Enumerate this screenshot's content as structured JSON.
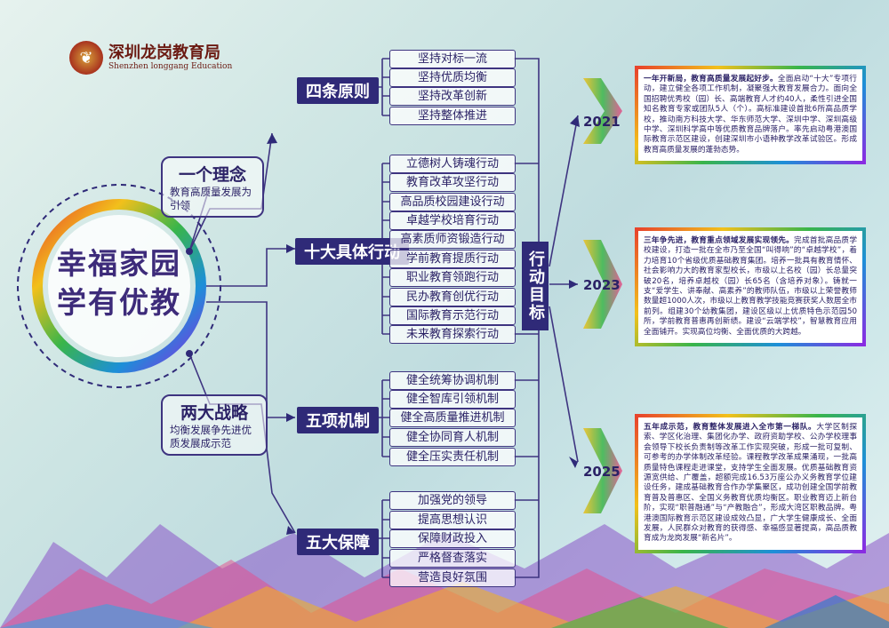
{
  "logo": {
    "name_cn": "深圳龙岗教育局",
    "name_en": "Shenzhen longgang Education",
    "emblem_icon": "school-emblem-icon"
  },
  "center": {
    "line1": "幸福家园",
    "line2": "学有优教"
  },
  "concept": {
    "title": "一个理念",
    "sub": "教育高质量发展为引领"
  },
  "strategy": {
    "title": "两大战略",
    "sub": "均衡发展争先进优质发展成示范"
  },
  "categories": [
    {
      "label": "四条原则",
      "items": [
        "坚持对标一流",
        "坚持优质均衡",
        "坚持改革创新",
        "坚持整体推进"
      ]
    },
    {
      "label": "十大具体行动",
      "items": [
        "立德树人铸魂行动",
        "教育改革攻坚行动",
        "高品质校园建设行动",
        "卓越学校培育行动",
        "高素质师资锻造行动",
        "学前教育提质行动",
        "职业教育领跑行动",
        "民办教育创优行动",
        "国际教育示范行动",
        "未来教育探索行动"
      ]
    },
    {
      "label": "五项机制",
      "items": [
        "健全统筹协调机制",
        "健全智库引领机制",
        "健全高质量推进机制",
        "健全协同育人机制",
        "健全压实责任机制"
      ]
    },
    {
      "label": "五大保障",
      "items": [
        "加强党的领导",
        "提高思想认识",
        "保障财政投入",
        "严格督查落实",
        "营造良好氛围"
      ]
    }
  ],
  "goal": {
    "label": "行动目标"
  },
  "years": [
    {
      "year": "2021",
      "lead": "一年开新局，教育高质量发展起好步。",
      "text": "全面启动“十大”专项行动，建立健全各项工作机制，凝聚强大教育发展合力。面向全国招聘优秀校（园）长、高端教育人才约40人，柔性引进全国知名教育专家或团队5人（个）。高标准建设首批6所高品质学校，推动南方科技大学、华东师范大学、深圳中学、深圳高级中学、深圳科学高中等优质教育品牌落户。率先启动粤港澳国际教育示范区建设，创建深圳市小语种教学改革试验区。形成教育高质量发展的蓬勃态势。"
    },
    {
      "year": "2023",
      "lead": "三年争先进，教育重点领域发展实现领先。",
      "text": "完成首批高品质学校建设，打造一批在全市乃至全国“叫得响”的“卓越学校”，着力培育10个省级优质基础教育集团。培养一批具有教育情怀、社会影响力大的教育家型校长，市级以上名校（园）长总量突破20名，培养卓越校（园）长65名（含培养对象）。铸就一支“爱学生、讲奉献、高素养”的教师队伍，市级以上荣誉教师数量超1000人次，市级以上教育教学技能竞赛获奖人数居全市前列。组建30个幼教集团，建设区级以上优质特色示范园50所，学前教育普惠再创新绩。建设“云端学校”，智慧教育应用全面铺开。实现高位均衡、全面优质的大跨越。"
    },
    {
      "year": "2025",
      "lead": "五年成示范，教育整体发展进入全市第一梯队。",
      "text": "大学区制探索、学区化治理、集团化办学、政府资助学校、公办学校理事会领导下校长负责制等改革工作实现突破，形成一批可复制、可参考的办学体制改革经验。课程教学改革成果涌现，一批高质量特色课程走进课堂，支持学生全面发展。优质基础教育资源宽供给、广覆盖，超额完成16.53万座公办义务教育学位建设任务，建成基础教育合作办学集聚区，成功创建全国学前教育普及普惠区、全国义务教育优质均衡区。职业教育迈上新台阶，实现“职普融通”与“产教融合”，形成大湾区职教品牌。粤港澳国际教育示范区建设成效凸显，广大学生健康成长、全面发展，人民群众对教育的获得感、幸福感显著提高，高品质教育成为龙岗发展“新名片”。"
    }
  ],
  "colors": {
    "navy": "#2f2a78",
    "line": "#3e3480"
  }
}
